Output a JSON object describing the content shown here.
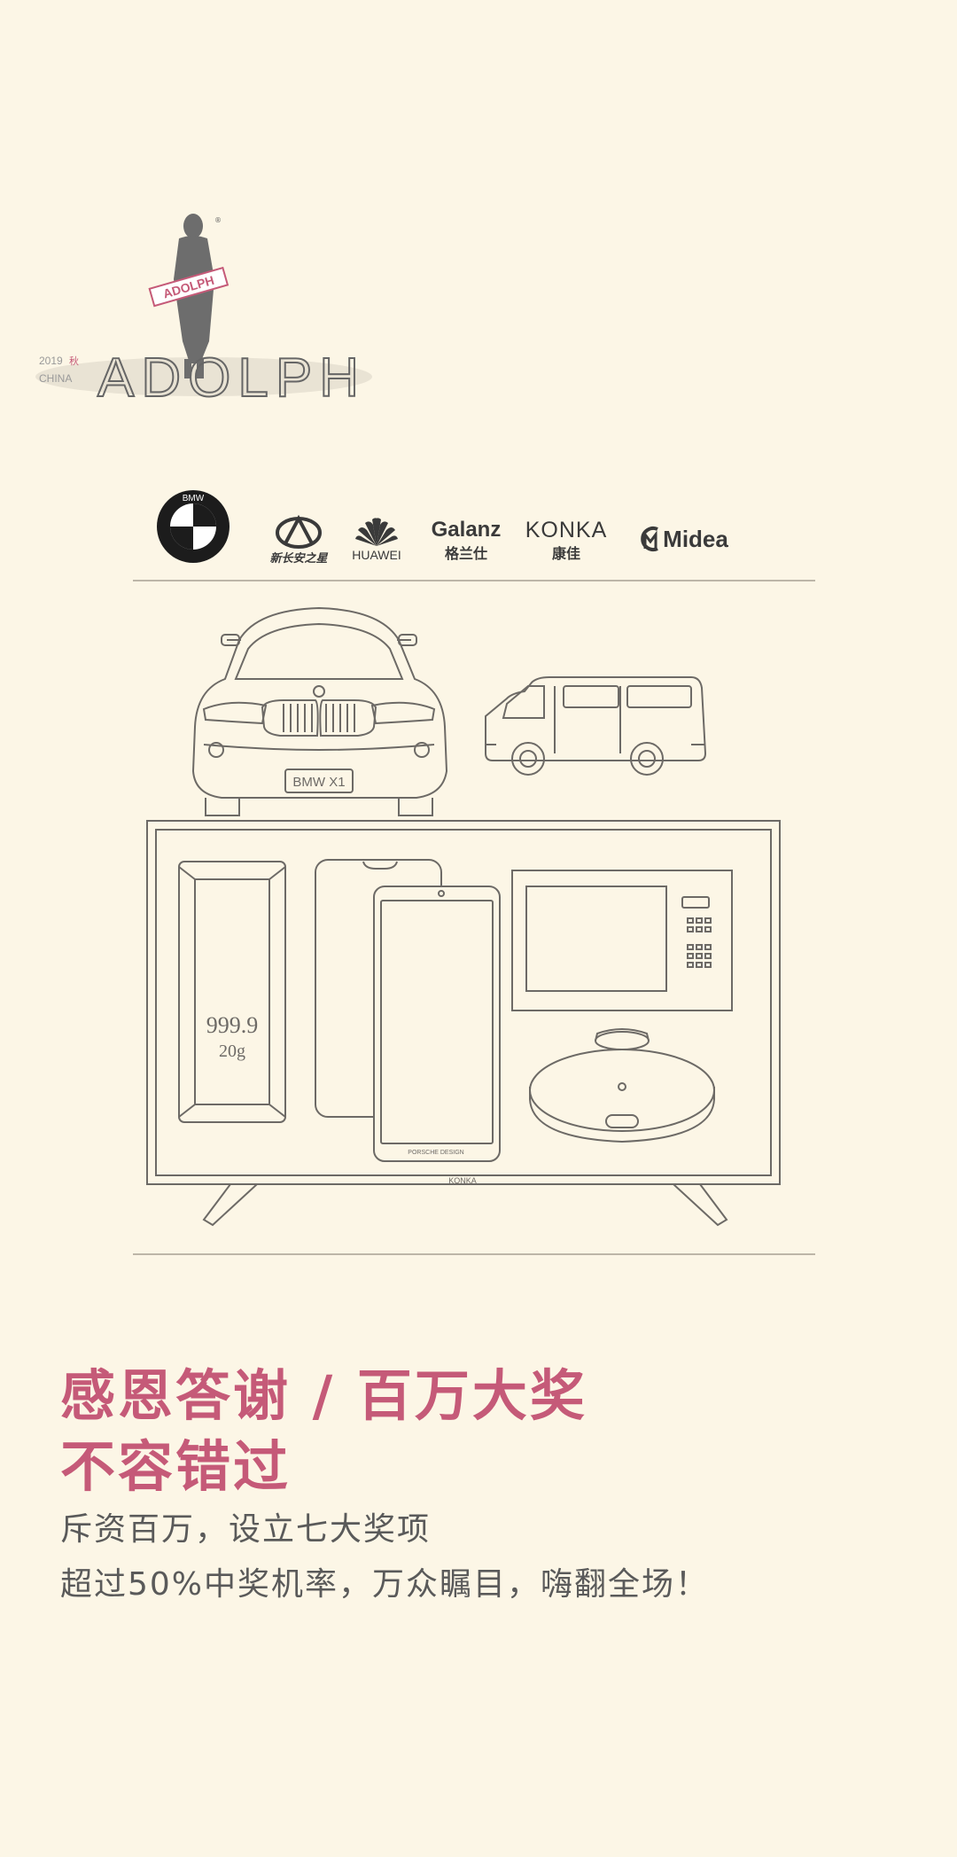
{
  "brand": {
    "sign_text": "ADOLPH",
    "wordmark": "ADOLPH",
    "year": "2019",
    "year_suffix": "秋",
    "region": "CHINA"
  },
  "sponsors": [
    {
      "name": "BMW"
    },
    {
      "name": "新长安之星"
    },
    {
      "name": "HUAWEI"
    },
    {
      "name": "Galanz",
      "sub": "格兰仕"
    },
    {
      "name": "KONKA",
      "sub": "康佳"
    },
    {
      "name": "Midea"
    }
  ],
  "prizes": {
    "car_plate": "BMW X1",
    "gold_bar_line1": "999.9",
    "gold_bar_line2": "20g",
    "phone_brand": "PORSCHE DESIGN",
    "tv_brand": "KONKA"
  },
  "headline": {
    "line1": "感恩答谢 / 百万大奖",
    "line2": "不容错过"
  },
  "subtext": {
    "line1": "斥资百万，设立七大奖项",
    "line2": "超过50%中奖机率，万众瞩目，嗨翻全场！"
  },
  "colors": {
    "background": "#fcf6e6",
    "headline": "#c55a78",
    "body_text": "#5a5a5a",
    "line_art": "#6d6a66"
  }
}
